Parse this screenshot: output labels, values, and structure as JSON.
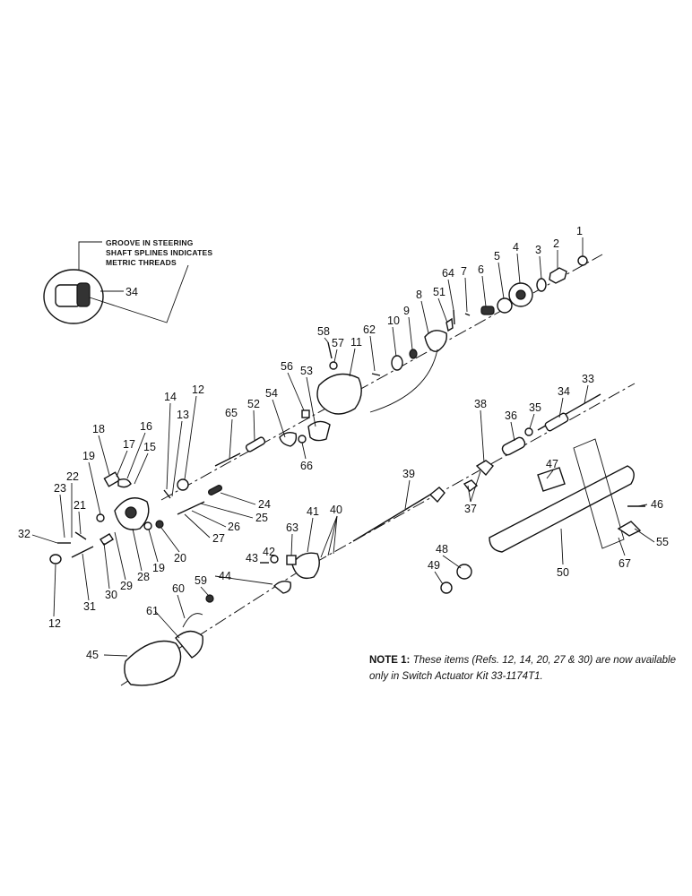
{
  "inset": {
    "line1": "GROOVE IN STEERING",
    "line2": "SHAFT SPLINES INDICATES",
    "line3": "METRIC THREADS",
    "callout": "34"
  },
  "callouts": [
    "1",
    "2",
    "3",
    "4",
    "5",
    "6",
    "7",
    "64",
    "51",
    "8",
    "9",
    "10",
    "62",
    "11",
    "58",
    "57",
    "56",
    "53",
    "54",
    "52",
    "65",
    "66",
    "12",
    "14",
    "13",
    "18",
    "17",
    "16",
    "15",
    "19",
    "22",
    "23",
    "21",
    "32",
    "12",
    "31",
    "30",
    "29",
    "28",
    "19",
    "20",
    "27",
    "26",
    "25",
    "24",
    "38",
    "35",
    "36",
    "34",
    "33",
    "37",
    "39",
    "40",
    "41",
    "63",
    "42",
    "43",
    "44",
    "59",
    "60",
    "61",
    "45",
    "47",
    "46",
    "55",
    "67",
    "48",
    "49",
    "50"
  ],
  "note": {
    "heading": "NOTE 1:",
    "text": "These items (Refs. 12, 14, 20, 27 & 30) are now available only in Switch Actuator Kit 33-1174T1."
  }
}
